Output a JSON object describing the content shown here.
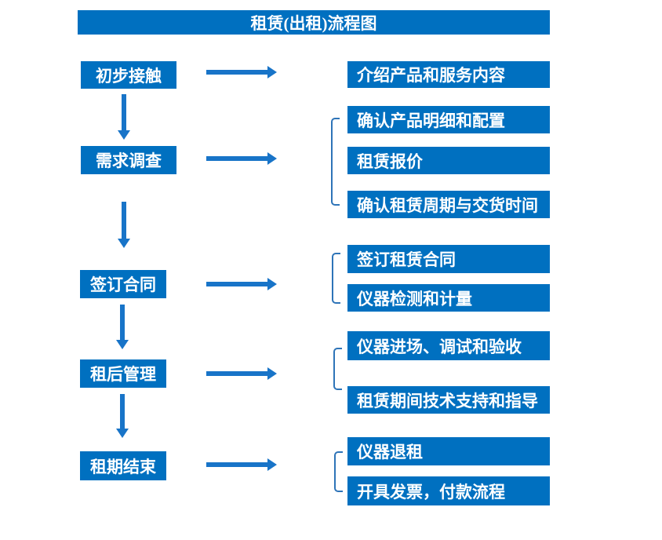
{
  "title": "租赁(出租)流程图",
  "colors": {
    "box_blue": "#0070C0",
    "arrow_blue": "#1874C8",
    "bracket_blue": "#2E74B8",
    "text_white": "#FFFFFF",
    "background": "#FFFFFF"
  },
  "stages": [
    {
      "label": "初步接触",
      "details": [
        "介绍产品和服务内容"
      ]
    },
    {
      "label": "需求调查",
      "details": [
        "确认产品明细和配置",
        "租赁报价",
        "确认租赁周期与交货时间"
      ]
    },
    {
      "label": "签订合同",
      "details": [
        "签订租赁合同",
        "仪器检测和计量"
      ]
    },
    {
      "label": "租后管理",
      "details": [
        "仪器进场、调试和验收",
        "租赁期间技术支持和指导"
      ]
    },
    {
      "label": "租期结束",
      "details": [
        "仪器退租",
        "开具发票，付款流程"
      ]
    }
  ]
}
